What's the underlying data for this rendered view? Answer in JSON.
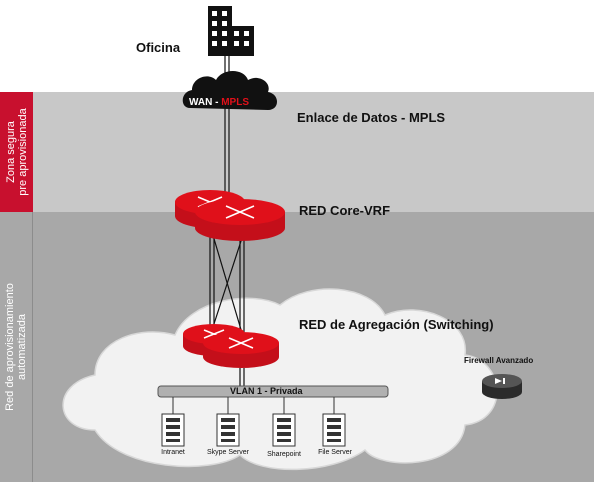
{
  "office": {
    "label": "Oficina"
  },
  "wan": {
    "prefix": "WAN - ",
    "highlight": "MPLS"
  },
  "zones": {
    "secure": {
      "label": "Zona segura\npre aprovisionada"
    },
    "automated": {
      "label": "Red de aprovisionamiento\nautomatizada"
    }
  },
  "layers": {
    "data_link": "Enlace de Datos - MPLS",
    "core": "RED Core-VRF",
    "aggregation": "RED de Agregación (Switching)"
  },
  "firewall": {
    "label": "Firewall  Avanzado"
  },
  "vlan": {
    "label": "VLAN 1 - Privada"
  },
  "servers": [
    {
      "label": "Intranet"
    },
    {
      "label": "Skype Server"
    },
    {
      "label": "Sharepoint"
    },
    {
      "label": "File Server"
    }
  ],
  "colors": {
    "zone_red": "#c8102e",
    "router_red": "#e0101a",
    "band_light": "#c8c8c8",
    "band_dark": "#a8a8a8"
  }
}
